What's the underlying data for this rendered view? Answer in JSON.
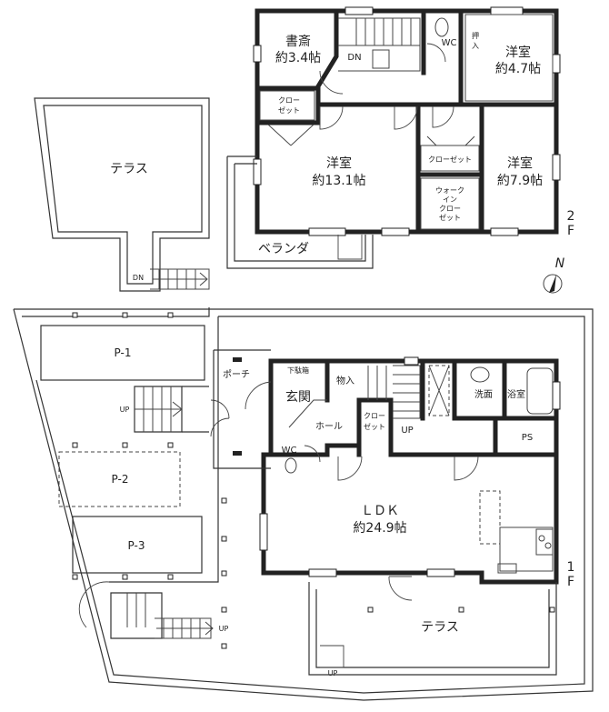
{
  "floor2": {
    "study": [
      "書斎",
      "約3.4帖"
    ],
    "closet_small": [
      "クロー",
      "ゼット"
    ],
    "dn": "DN",
    "wc": "WC",
    "oshiire": [
      "押",
      "入"
    ],
    "western_a": [
      "洋室",
      "約4.7帖"
    ],
    "western_main": [
      "洋室",
      "約13.1帖"
    ],
    "closet_b": "クローゼット",
    "walkin": [
      "ウォーク",
      "イン",
      "クロー",
      "ゼット"
    ],
    "western_b": [
      "洋室",
      "約7.9帖"
    ],
    "veranda": "ベランダ",
    "floor_mark": [
      "2",
      "F"
    ]
  },
  "outer_terrace": {
    "label": "テラス",
    "dn": "DN"
  },
  "compass": "N",
  "floor1": {
    "parking": [
      "P-1",
      "P-2",
      "P-3"
    ],
    "up_left": "UP",
    "porch": "ポーチ",
    "shoebox": "下駄箱",
    "genkan": "玄関",
    "storage": "物入",
    "hall": "ホール",
    "closet": [
      "クロー",
      "ゼット"
    ],
    "wc": "WC",
    "up_stairs": "UP",
    "washroom": "洗面",
    "bath": "浴室",
    "ps": "PS",
    "ldk": [
      "ＬＤＫ",
      "約24.9帖"
    ],
    "terrace": "テラス",
    "up_terrace": "UP",
    "up_front": "UP",
    "floor_mark": [
      "1",
      "F"
    ]
  }
}
